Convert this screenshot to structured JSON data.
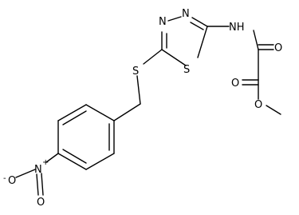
{
  "structure": {
    "atoms": {
      "N_ring_1": "N",
      "N_ring_2": "N",
      "S_ring": "S",
      "S_thioether": "S",
      "NH": "NH",
      "O_ketone": "O",
      "O_ester_carbonyl": "O",
      "O_ester": "O",
      "O_nitro": "O",
      "O_nitro_charge": "-",
      "N_nitro": "N",
      "N_nitro_charge": "+"
    }
  },
  "colors": {
    "bond": "#000000",
    "text": "#000000",
    "background": "#ffffff"
  }
}
